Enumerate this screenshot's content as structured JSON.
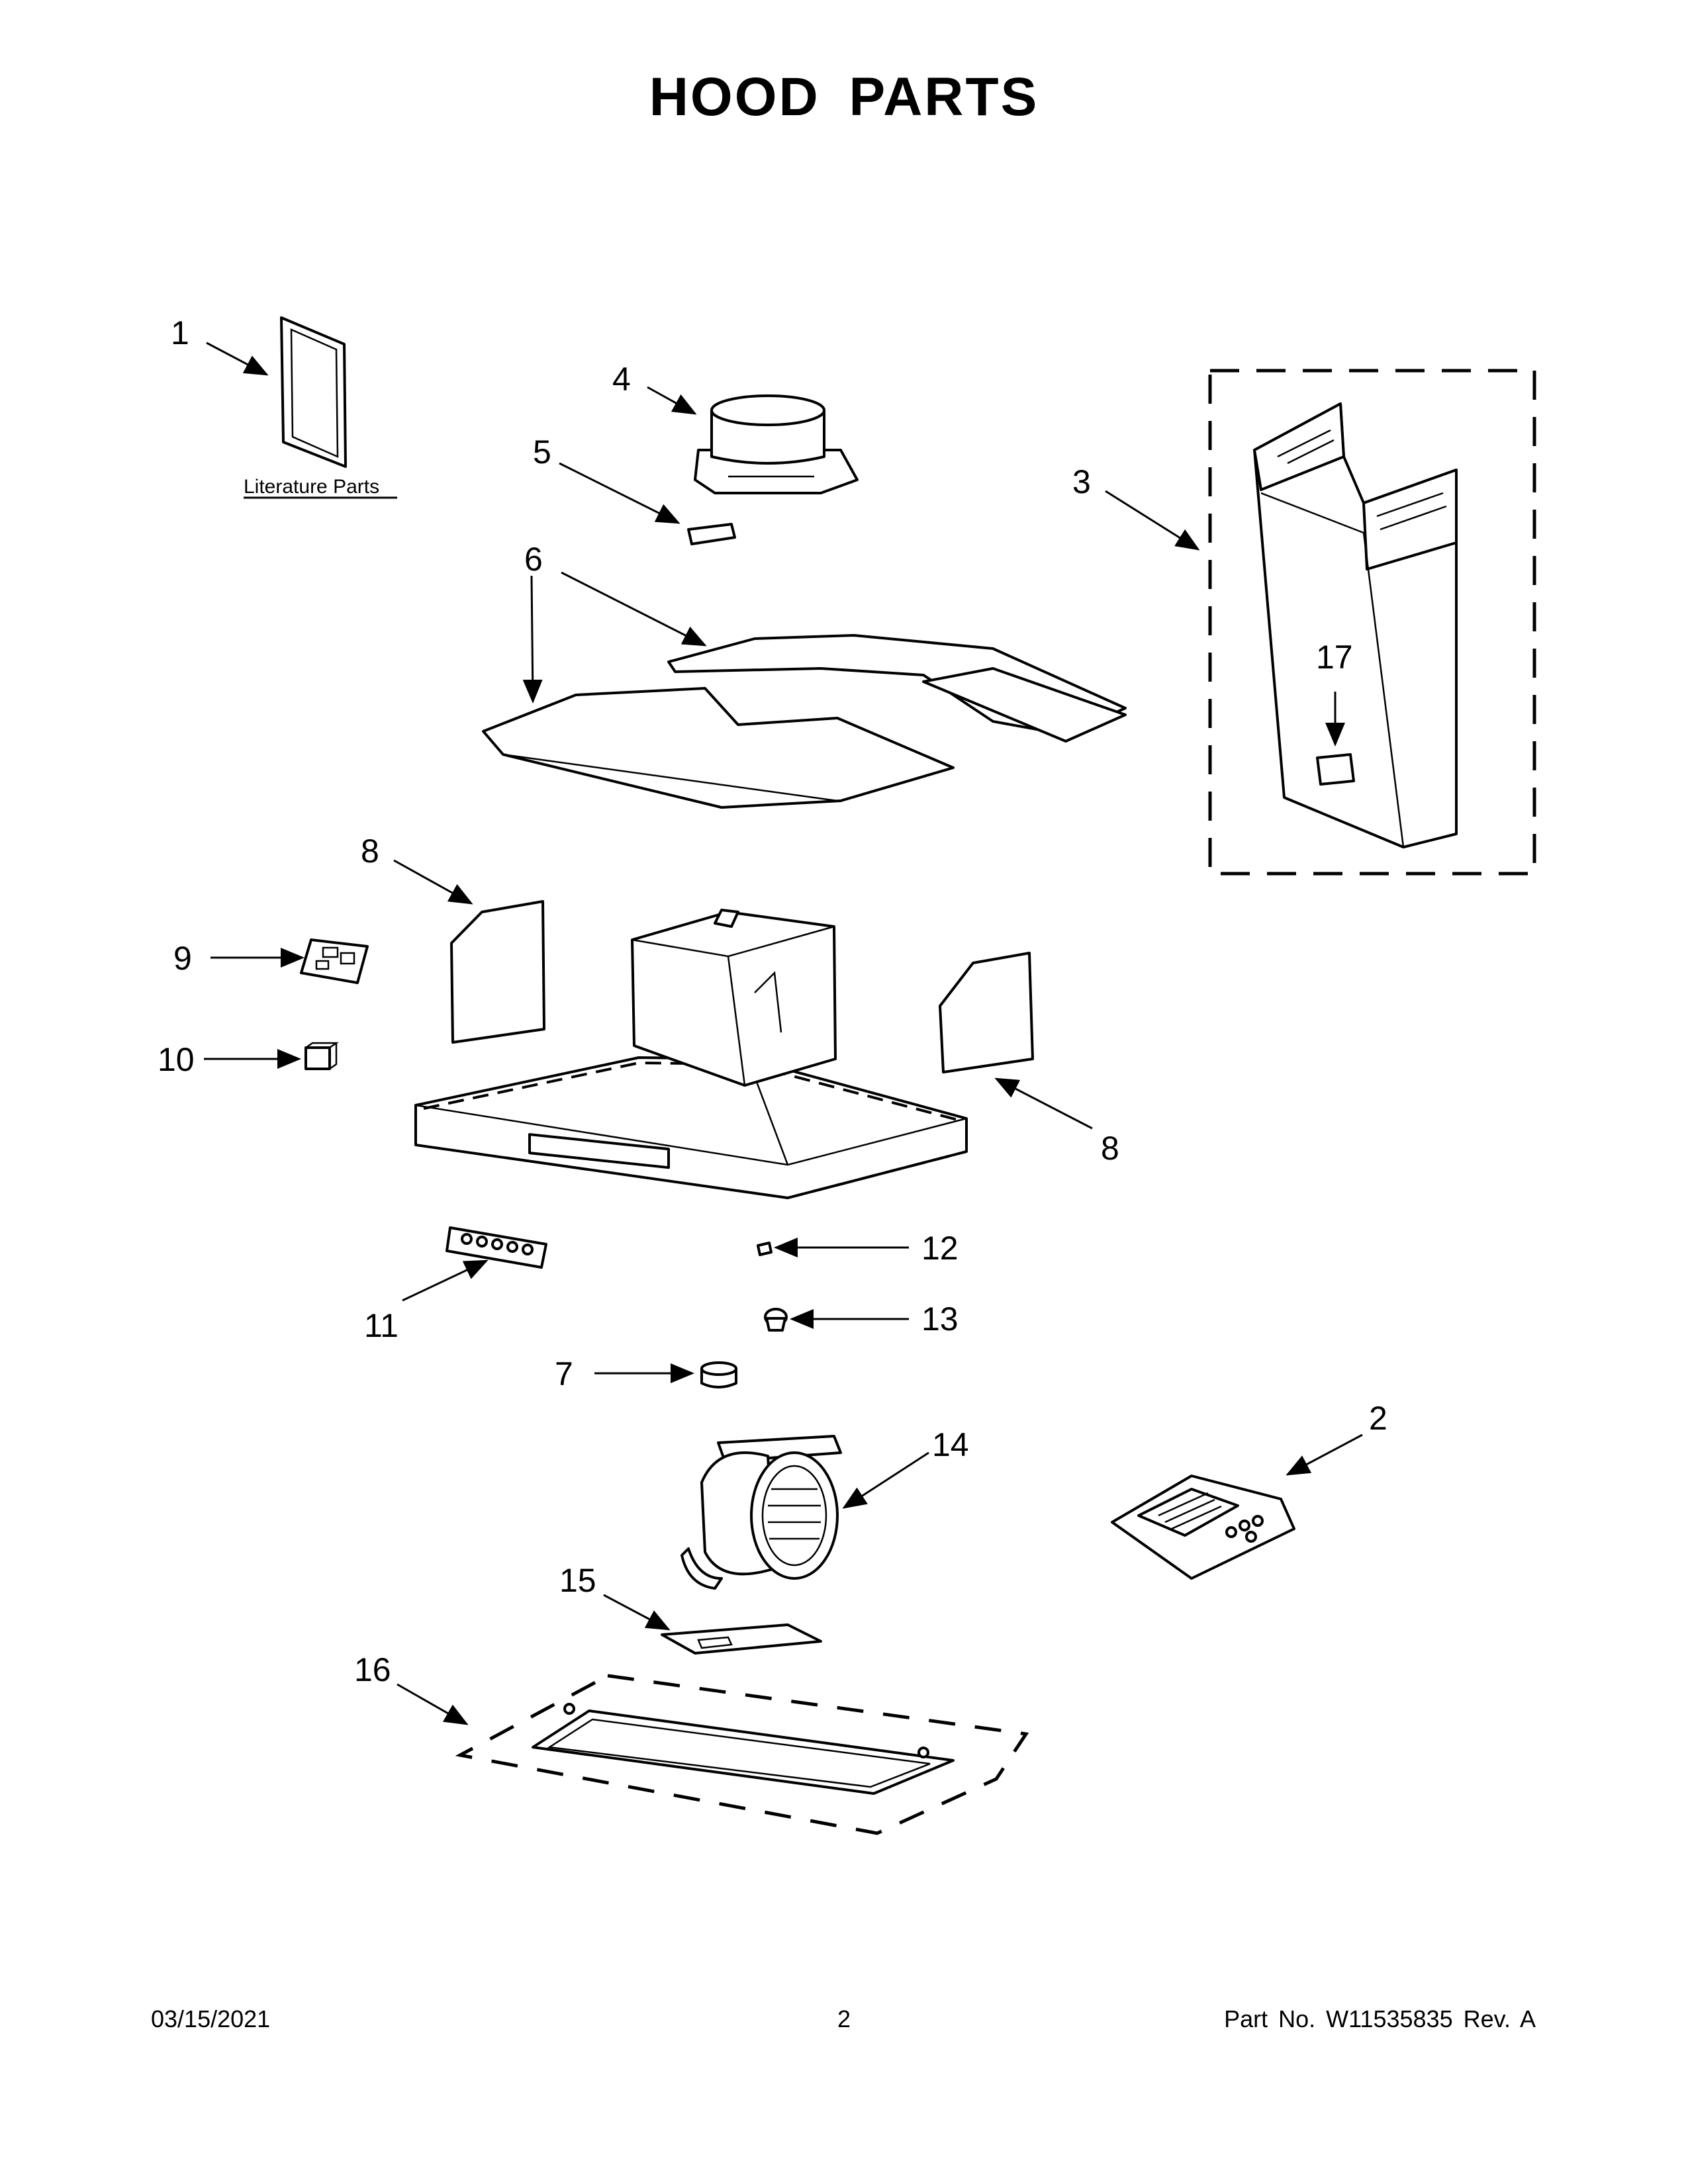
{
  "title": "HOOD PARTS",
  "literature_label": "Literature Parts",
  "callouts": {
    "c1": "1",
    "c2": "2",
    "c3": "3",
    "c4": "4",
    "c5": "5",
    "c6": "6",
    "c7": "7",
    "c8a": "8",
    "c8b": "8",
    "c9": "9",
    "c10": "10",
    "c11": "11",
    "c12": "12",
    "c13": "13",
    "c14": "14",
    "c15": "15",
    "c16": "16",
    "c17": "17"
  },
  "footer": {
    "date": "03/15/2021",
    "page": "2",
    "part_no": "Part No.  W11535835  Rev.  A"
  }
}
